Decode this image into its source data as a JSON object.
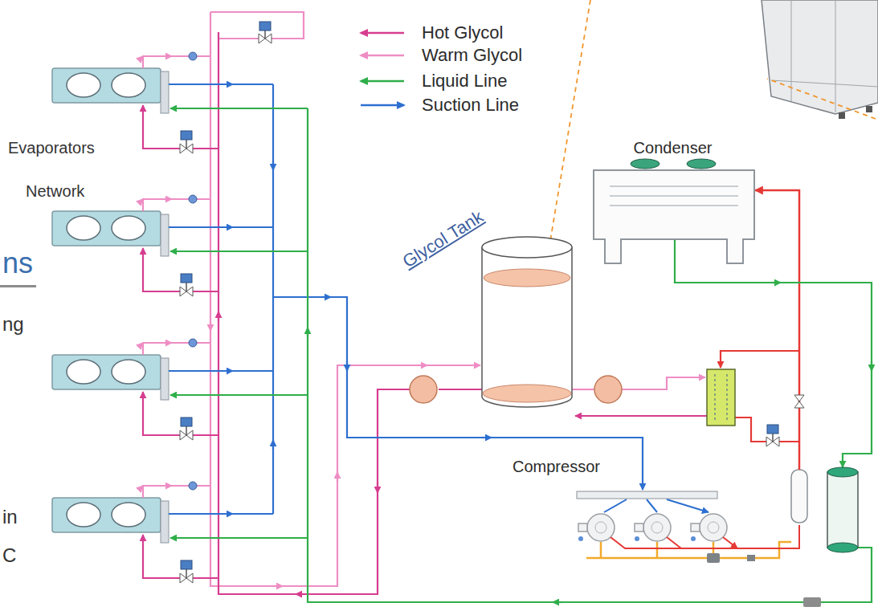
{
  "diagram": {
    "nodes": [
      {
        "text": [
          "Condenser"
        ]
      },
      {
        "text": [
          "Glycol Tank"
        ]
      },
      {
        "text": [
          "Compressor"
        ]
      }
    ],
    "edges": [
      {
        "from": 2,
        "to": 0,
        "arrow": "to"
      }
    ],
    "labels": [
      "Evaporators",
      "Network",
      "ns",
      "ng",
      "in",
      "C"
    ],
    "legend": [
      {
        "text": "Hot Glycol"
      },
      {
        "text": "Warm Glycol"
      },
      {
        "text": "Liquid Line"
      },
      {
        "text": "Suction Line"
      }
    ]
  }
}
